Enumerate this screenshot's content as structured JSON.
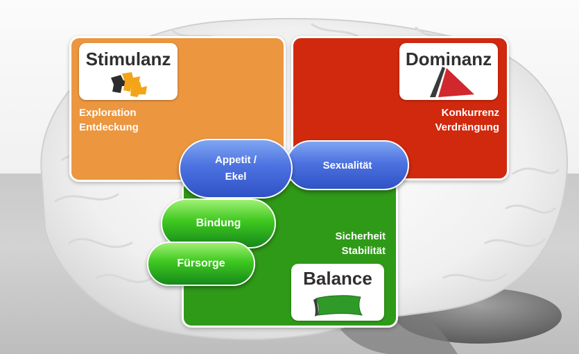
{
  "quadrants": {
    "stimulanz": {
      "title": "Stimulanz",
      "lines": [
        "Exploration",
        "Entdeckung"
      ],
      "color": "#ec963f"
    },
    "dominanz": {
      "title": "Dominanz",
      "lines": [
        "Konkurrenz",
        "Verdrängung"
      ],
      "color": "#d0290e"
    },
    "balance": {
      "title": "Balance",
      "lines": [
        "Sicherheit",
        "Stabilität"
      ],
      "color": "#2f9a18"
    }
  },
  "pills": {
    "appetit": {
      "lines": [
        "Appetit /",
        "Ekel"
      ],
      "color": "#4d72e0"
    },
    "sexualitaet": {
      "label": "Sexualität",
      "color": "#4d72e0"
    },
    "bindung": {
      "label": "Bindung",
      "color": "#3ec81f"
    },
    "fuersorge": {
      "label": "Fürsorge",
      "color": "#3ec81f"
    }
  },
  "icons": {
    "stimulanz": "puzzle-pieces-icon",
    "dominanz": "red-triangle-icon",
    "balance": "green-pillow-icon"
  }
}
